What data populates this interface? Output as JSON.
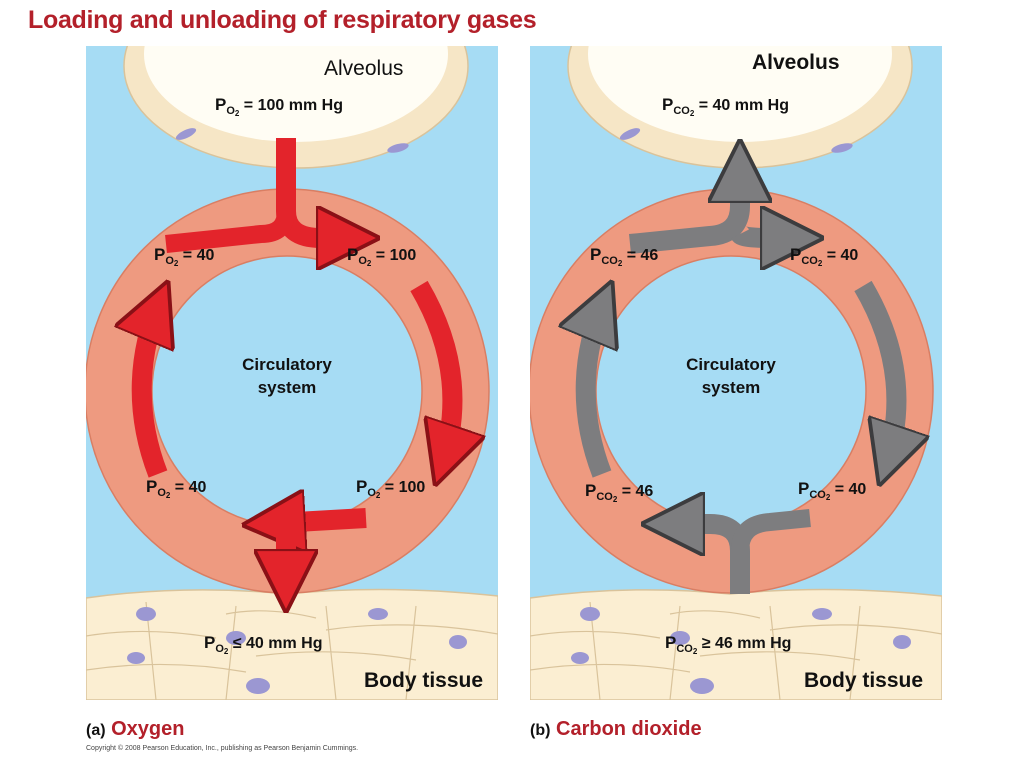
{
  "title": "Loading and unloading of respiratory gases",
  "panel_a": {
    "alveolus_label": "Alveolus",
    "tissue_label": "Body tissue",
    "center_line1": "Circulatory",
    "center_line2": "system",
    "alveolus_p": {
      "gas": "O",
      "sub": "2",
      "value": " = 100 mm Hg"
    },
    "upper_left": {
      "gas": "O",
      "sub": "2",
      "value": " = 40"
    },
    "upper_right": {
      "gas": "O",
      "sub": "2",
      "value": " = 100"
    },
    "lower_left": {
      "gas": "O",
      "sub": "2",
      "value": " = 40"
    },
    "lower_right": {
      "gas": "O",
      "sub": "2",
      "value": " = 100"
    },
    "tissue_p": {
      "gas": "O",
      "sub": "2",
      "value": " ≤ 40 mm Hg"
    },
    "caption_part": "(a)",
    "caption_name": "Oxygen"
  },
  "panel_b": {
    "alveolus_label": "Alveolus",
    "tissue_label": "Body tissue",
    "center_line1": "Circulatory",
    "center_line2": "system",
    "alveolus_p": {
      "gas": "CO",
      "sub": "2",
      "value": " = 40 mm Hg"
    },
    "upper_left": {
      "gas": "CO",
      "sub": "2",
      "value": " = 46"
    },
    "upper_right": {
      "gas": "CO",
      "sub": "2",
      "value": " = 40"
    },
    "lower_left": {
      "gas": "CO",
      "sub": "2",
      "value": " = 46"
    },
    "lower_right": {
      "gas": "CO",
      "sub": "2",
      "value": " = 40"
    },
    "tissue_p": {
      "gas": "CO",
      "sub": "2",
      "value": " ≥ 46 mm Hg"
    },
    "caption_part": "(b)",
    "caption_name": "Carbon dioxide"
  },
  "pressure_symbol": "P",
  "copyright": "Copyright © 2008 Pearson Education, Inc., publishing as Pearson Benjamin Cummings.",
  "colors": {
    "title": "#b3202a",
    "background_fluid": "#a6dcf4",
    "alveolus_fill": "#fffdf4",
    "alveolus_wall": "#f6e6c6",
    "cell_nucleus": "#9b97d2",
    "ring": "#ee9a80",
    "ring_inner": "#a6dcf4",
    "tissue_cells": "#fbeed2",
    "oxygen_arrow": "#e3242b",
    "co2_arrow": "#7d7d7f"
  }
}
